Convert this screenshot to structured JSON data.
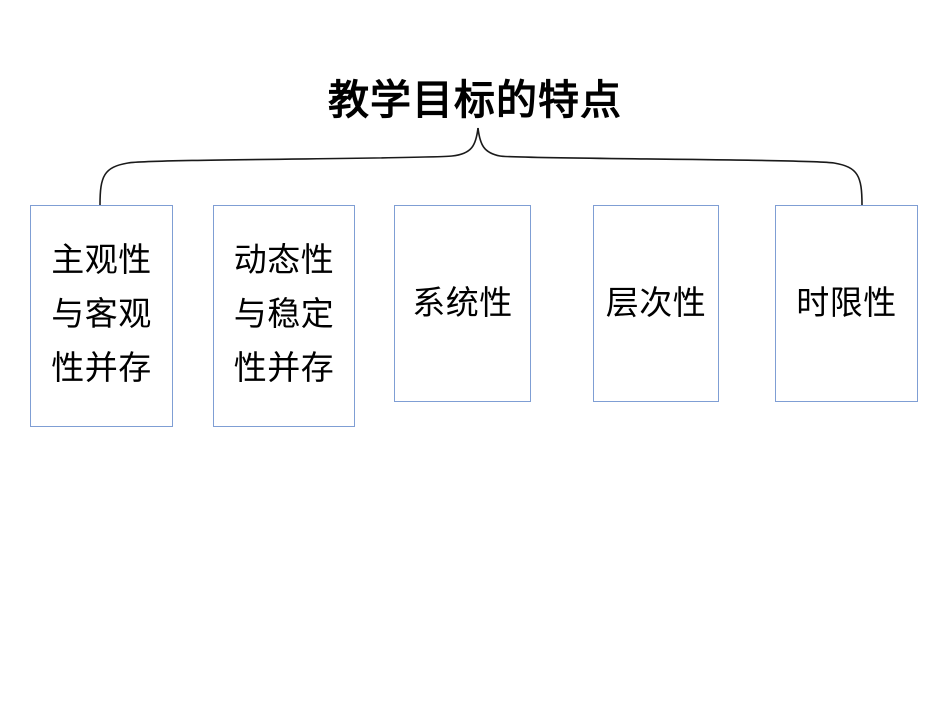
{
  "slide": {
    "title": "教学目标的特点",
    "background_color": "#ffffff",
    "box_border_color": "#7f9ed4",
    "brace_color": "#1a1a1a",
    "text_color": "#000000"
  },
  "connector": {
    "type": "curly-brace",
    "orientation": "down",
    "peak_label": "教学目标的特点"
  },
  "nodes": [
    {
      "id": "subjectivity-objectivity",
      "lines": [
        "主观性",
        "与客观",
        "性并存"
      ],
      "full_text": "主观性与客观性并存"
    },
    {
      "id": "dynamic-stability",
      "lines": [
        "动态性",
        "与稳定",
        "性并存"
      ],
      "full_text": "动态性与稳定性并存"
    },
    {
      "id": "systematic",
      "lines": [
        "系统性"
      ],
      "full_text": "系统性"
    },
    {
      "id": "hierarchical",
      "lines": [
        "层次性"
      ],
      "full_text": "层次性"
    },
    {
      "id": "time-limited",
      "lines": [
        "时限性"
      ],
      "full_text": "时限性"
    }
  ]
}
